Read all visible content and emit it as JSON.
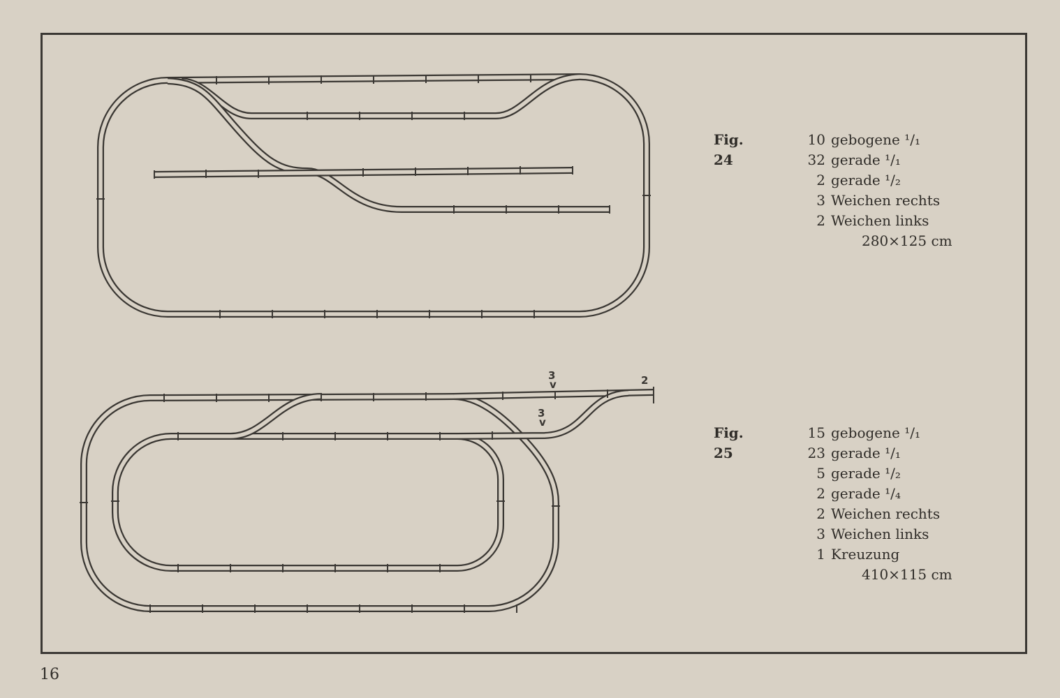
{
  "page_number": "16",
  "figures": [
    {
      "label": "Fig. 24",
      "items": [
        {
          "qty": "10",
          "text": "gebogene ¹/₁"
        },
        {
          "qty": "32",
          "text": "gerade ¹/₁"
        },
        {
          "qty": "2",
          "text": "gerade ¹/₂"
        },
        {
          "qty": "3",
          "text": "Weichen rechts"
        },
        {
          "qty": "2",
          "text": "Weichen links"
        }
      ],
      "dimensions": "280×125 cm"
    },
    {
      "label": "Fig. 25",
      "items": [
        {
          "qty": "15",
          "text": "gebogene ¹/₁"
        },
        {
          "qty": "23",
          "text": "gerade ¹/₁"
        },
        {
          "qty": "5",
          "text": "gerade ¹/₂"
        },
        {
          "qty": "2",
          "text": "gerade ¹/₄"
        },
        {
          "qty": "2",
          "text": "Weichen rechts"
        },
        {
          "qty": "3",
          "text": "Weichen links"
        },
        {
          "qty": "1",
          "text": "Kreuzung"
        }
      ],
      "dimensions": "410×115 cm"
    }
  ],
  "diagram_markers": [
    "3",
    "3",
    "2"
  ],
  "colors": {
    "paper": "#d8d1c5",
    "ink": "#3a3733"
  }
}
